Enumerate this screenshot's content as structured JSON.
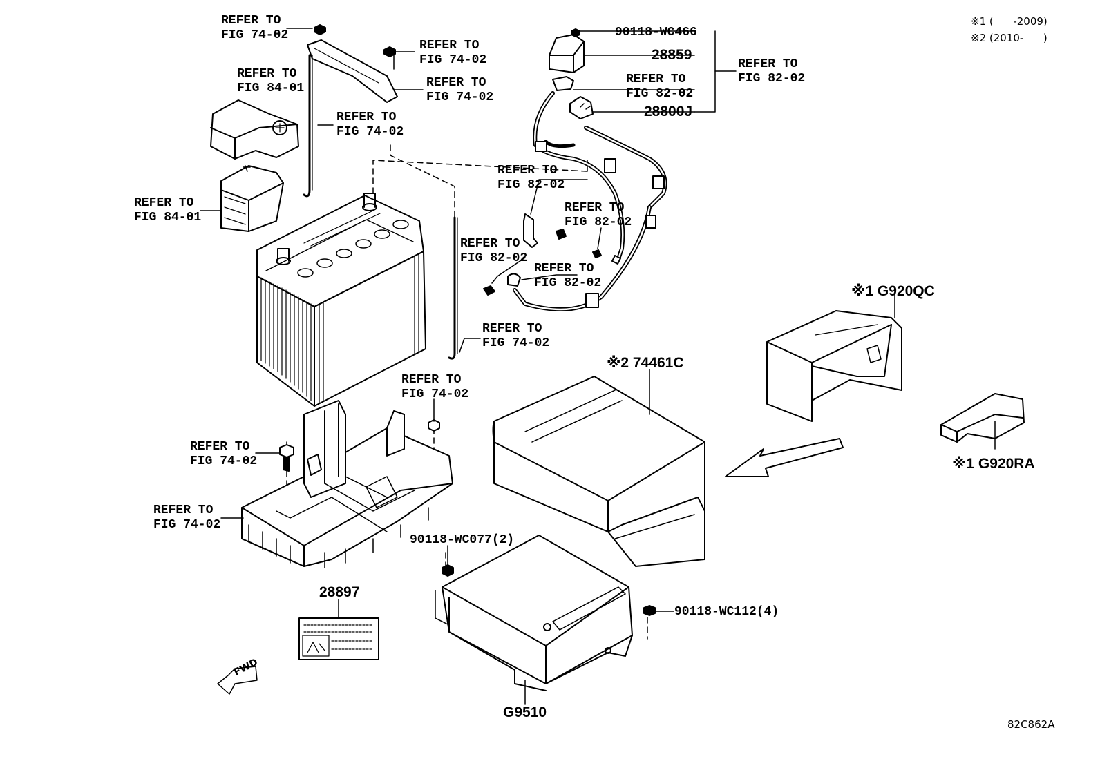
{
  "notes": {
    "n1": "※1 (      -2009)",
    "n2": "※2 (2010-      )"
  },
  "refs": {
    "r_a": [
      "REFER TO",
      "FIG 74-02"
    ],
    "r_b": [
      "REFER TO",
      "FIG 74-02"
    ],
    "r_c": [
      "REFER TO",
      "FIG 74-02"
    ],
    "r_d": [
      "REFER TO",
      "FIG 84-01"
    ],
    "r_e": [
      "REFER TO",
      "FIG 74-02"
    ],
    "r_f": [
      "REFER TO",
      "FIG 84-01"
    ],
    "r_g": [
      "REFER TO",
      "FIG 82-02"
    ],
    "r_h": [
      "REFER TO",
      "FIG 82-02"
    ],
    "r_i": [
      "REFER TO",
      "FIG 82-02"
    ],
    "r_j": [
      "REFER TO",
      "FIG 82-02"
    ],
    "r_k": [
      "REFER TO",
      "FIG 82-02"
    ],
    "r_l": [
      "REFER TO",
      "FIG 82-02"
    ],
    "r_m": [
      "REFER TO",
      "FIG 74-02"
    ],
    "r_n": [
      "REFER TO",
      "FIG 74-02"
    ],
    "r_o": [
      "REFER TO",
      "FIG 74-02"
    ],
    "r_p": [
      "REFER TO",
      "FIG 74-02"
    ]
  },
  "parts": {
    "p90118_wc466": "90118-WC466",
    "p28859": "28859",
    "p28800j": "28800J",
    "pg920qc": "※1 G920QC",
    "p74461c": "※2 74461C",
    "pg920ra": "※1 G920RA",
    "p90118_wc077": "90118-WC077(2)",
    "p28897": "28897",
    "p90118_wc112": "90118-WC112(4)",
    "pg9510": "G9510"
  },
  "fwd": "FWD",
  "code": "82C862A"
}
